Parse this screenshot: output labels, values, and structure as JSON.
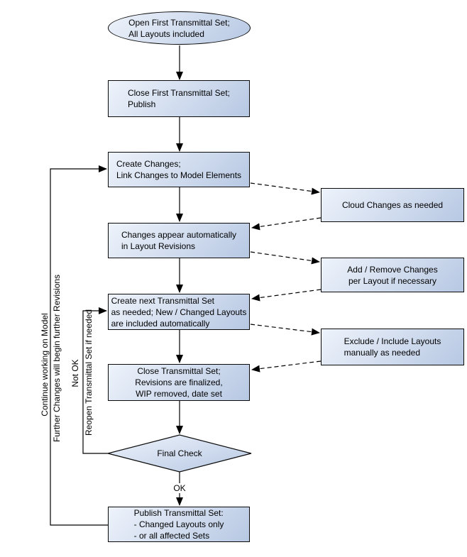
{
  "colors": {
    "canvas_bg": "#ffffff",
    "node_fill_light": "#eef3fb",
    "node_fill_dark": "#b7c8e3",
    "node_border": "#0a0a0a",
    "line": "#000000",
    "text": "#000000"
  },
  "nodes": {
    "open_first": "Open First Transmittal Set;\nAll Layouts included",
    "close_first": "Close First Transmittal Set;\nPublish",
    "create_changes": "Create Changes;\nLink Changes to Model Elements",
    "changes_appear": "Changes appear automatically\nin Layout Revisions",
    "create_next": "Create next Transmittal Set\n as needed; New / Changed Layouts\nare included automatically",
    "close_transmittal": "Close Transmittal Set;\nRevisions are finalized,\nWIP removed, date set",
    "final_check": "Final Check",
    "publish_transmittal": "Publish Transmittal Set:\n- Changed Layouts only\n- or all affected Sets",
    "cloud_changes": "Cloud Changes as needed",
    "add_remove": "Add / Remove Changes\nper Layout if necessary",
    "exclude_include": "Exclude / Include Layouts\nmanually as needed"
  },
  "labels": {
    "ok": "OK",
    "continue_model": "Continue working on Model",
    "further_changes": "Further Changes will begin further Revisions",
    "not_ok": "Not OK",
    "reopen": "Reopen Transmittal Set if needed"
  }
}
